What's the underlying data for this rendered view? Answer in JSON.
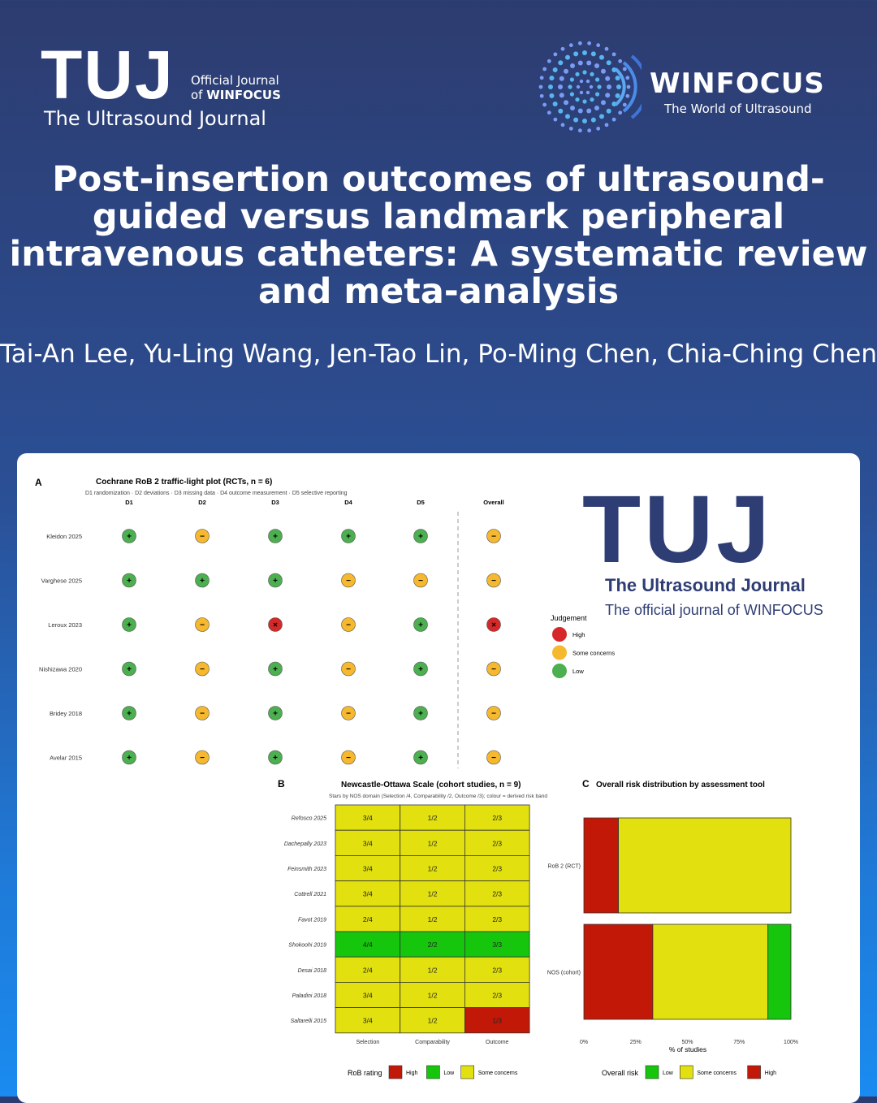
{
  "header": {
    "tuj_mark": "TUJ",
    "tuj_official_line1": "Official Journal",
    "tuj_official_line2_prefix": "of ",
    "tuj_official_line2_bold": "WINFOCUS",
    "tuj_full_name": "The Ultrasound Journal",
    "winfocus_name": "WINFOCUS",
    "winfocus_tagline": "The World of Ultrasound"
  },
  "article": {
    "title": "Post-insertion outcomes of  ultrasound-guided versus landmark peripheral intravenous catheters: A systematic review and meta-analysis",
    "authors": "Tai-An Lee, Yu-Ling Wang, Jen-Tao Lin, Po-Ming Chen, Chia-Ching Chen"
  },
  "watermark": {
    "mark": "TUJ",
    "name": "The Ultrasound Journal",
    "sub": "The official journal of WINFOCUS"
  },
  "colors": {
    "high": "#d62828",
    "some": "#f5b82e",
    "low": "#4caf50",
    "nos_high": "#c21807",
    "nos_low": "#16c60c",
    "nos_some": "#e2e00e",
    "brand_navy": "#2e3d73"
  },
  "chart_data": [
    {
      "type": "table",
      "panel": "A",
      "title": "Cochrane RoB 2 traffic-light plot (RCTs, n = 6)",
      "subtitle": "D1 randomization · D2 deviations · D3 missing data · D4 outcome measurement · D5 selective reporting",
      "columns": [
        "D1",
        "D2",
        "D3",
        "D4",
        "D5",
        "Overall"
      ],
      "rows": [
        {
          "study": "Kleidon 2025",
          "ratings": [
            "low",
            "some",
            "low",
            "low",
            "low",
            "some"
          ]
        },
        {
          "study": "Varghese 2025",
          "ratings": [
            "low",
            "low",
            "low",
            "some",
            "some",
            "some"
          ]
        },
        {
          "study": "Leroux 2023",
          "ratings": [
            "low",
            "some",
            "high",
            "some",
            "low",
            "high"
          ]
        },
        {
          "study": "Nishizawa 2020",
          "ratings": [
            "low",
            "some",
            "low",
            "some",
            "low",
            "some"
          ]
        },
        {
          "study": "Bridey 2018",
          "ratings": [
            "low",
            "some",
            "low",
            "some",
            "low",
            "some"
          ]
        },
        {
          "study": "Avelar 2015",
          "ratings": [
            "low",
            "some",
            "low",
            "some",
            "low",
            "some"
          ]
        }
      ],
      "symbols": {
        "low": "+",
        "some": "−",
        "high": "×"
      },
      "legend": {
        "title": "Judgement",
        "items": [
          {
            "key": "high",
            "label": "High"
          },
          {
            "key": "some",
            "label": "Some concerns"
          },
          {
            "key": "low",
            "label": "Low"
          }
        ]
      }
    },
    {
      "type": "heatmap",
      "panel": "B",
      "title": "Newcastle-Ottawa Scale (cohort studies, n = 9)",
      "subtitle": "Stars by NOS domain (Selection /4, Comparability /2, Outcome /3); colour = derived risk band",
      "columns": [
        "Selection",
        "Comparability",
        "Outcome"
      ],
      "rows": [
        {
          "study": "Refosco 2025",
          "cells": [
            {
              "v": "3/4",
              "r": "some"
            },
            {
              "v": "1/2",
              "r": "some"
            },
            {
              "v": "2/3",
              "r": "some"
            }
          ]
        },
        {
          "study": "Dachepally 2023",
          "cells": [
            {
              "v": "3/4",
              "r": "some"
            },
            {
              "v": "1/2",
              "r": "some"
            },
            {
              "v": "2/3",
              "r": "some"
            }
          ]
        },
        {
          "study": "Feinsmith 2023",
          "cells": [
            {
              "v": "3/4",
              "r": "some"
            },
            {
              "v": "1/2",
              "r": "some"
            },
            {
              "v": "2/3",
              "r": "some"
            }
          ]
        },
        {
          "study": "Cottrell 2021",
          "cells": [
            {
              "v": "3/4",
              "r": "some"
            },
            {
              "v": "1/2",
              "r": "some"
            },
            {
              "v": "2/3",
              "r": "some"
            }
          ]
        },
        {
          "study": "Favot 2019",
          "cells": [
            {
              "v": "2/4",
              "r": "some"
            },
            {
              "v": "1/2",
              "r": "some"
            },
            {
              "v": "2/3",
              "r": "some"
            }
          ]
        },
        {
          "study": "Shokoohi 2019",
          "cells": [
            {
              "v": "4/4",
              "r": "low"
            },
            {
              "v": "2/2",
              "r": "low"
            },
            {
              "v": "3/3",
              "r": "low"
            }
          ]
        },
        {
          "study": "Desai 2018",
          "cells": [
            {
              "v": "2/4",
              "r": "some"
            },
            {
              "v": "1/2",
              "r": "some"
            },
            {
              "v": "2/3",
              "r": "some"
            }
          ]
        },
        {
          "study": "Paladini 2018",
          "cells": [
            {
              "v": "3/4",
              "r": "some"
            },
            {
              "v": "1/2",
              "r": "some"
            },
            {
              "v": "2/3",
              "r": "some"
            }
          ]
        },
        {
          "study": "Saltarelli 2015",
          "cells": [
            {
              "v": "3/4",
              "r": "some"
            },
            {
              "v": "1/2",
              "r": "some"
            },
            {
              "v": "1/3",
              "r": "high"
            }
          ]
        }
      ],
      "legend": {
        "title": "RoB rating",
        "items": [
          {
            "key": "high",
            "label": "High"
          },
          {
            "key": "low",
            "label": "Low"
          },
          {
            "key": "some",
            "label": "Some concerns"
          }
        ]
      }
    },
    {
      "type": "bar",
      "orientation": "horizontal",
      "stacked": true,
      "panel": "C",
      "title": "Overall risk distribution by assessment tool",
      "xlabel": "% of studies",
      "xlim": [
        0,
        100
      ],
      "xticks": [
        "0%",
        "25%",
        "50%",
        "75%",
        "100%"
      ],
      "categories": [
        "RoB 2 (RCT)",
        "NOS (cohort)"
      ],
      "series": [
        {
          "name": "High",
          "key": "high",
          "values": [
            16.7,
            33.3
          ]
        },
        {
          "name": "Some concerns",
          "key": "some",
          "values": [
            83.3,
            55.6
          ]
        },
        {
          "name": "Low",
          "key": "low",
          "values": [
            0,
            11.1
          ]
        }
      ],
      "legend": {
        "title": "Overall risk",
        "items": [
          {
            "key": "low",
            "label": "Low"
          },
          {
            "key": "some",
            "label": "Some concerns"
          },
          {
            "key": "high",
            "label": "High"
          }
        ]
      }
    }
  ]
}
